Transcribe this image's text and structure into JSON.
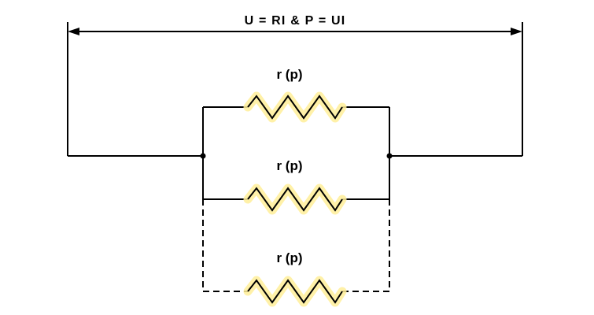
{
  "formula": "U = RI & P = UI",
  "branches": [
    {
      "label": "r (p)",
      "style": "solid"
    },
    {
      "label": "r (p)",
      "style": "solid"
    },
    {
      "label": "r (p)",
      "style": "dashed"
    }
  ],
  "colors": {
    "wire": "#000000",
    "resistor_highlight": "#ffee99",
    "background": "#ffffff"
  }
}
